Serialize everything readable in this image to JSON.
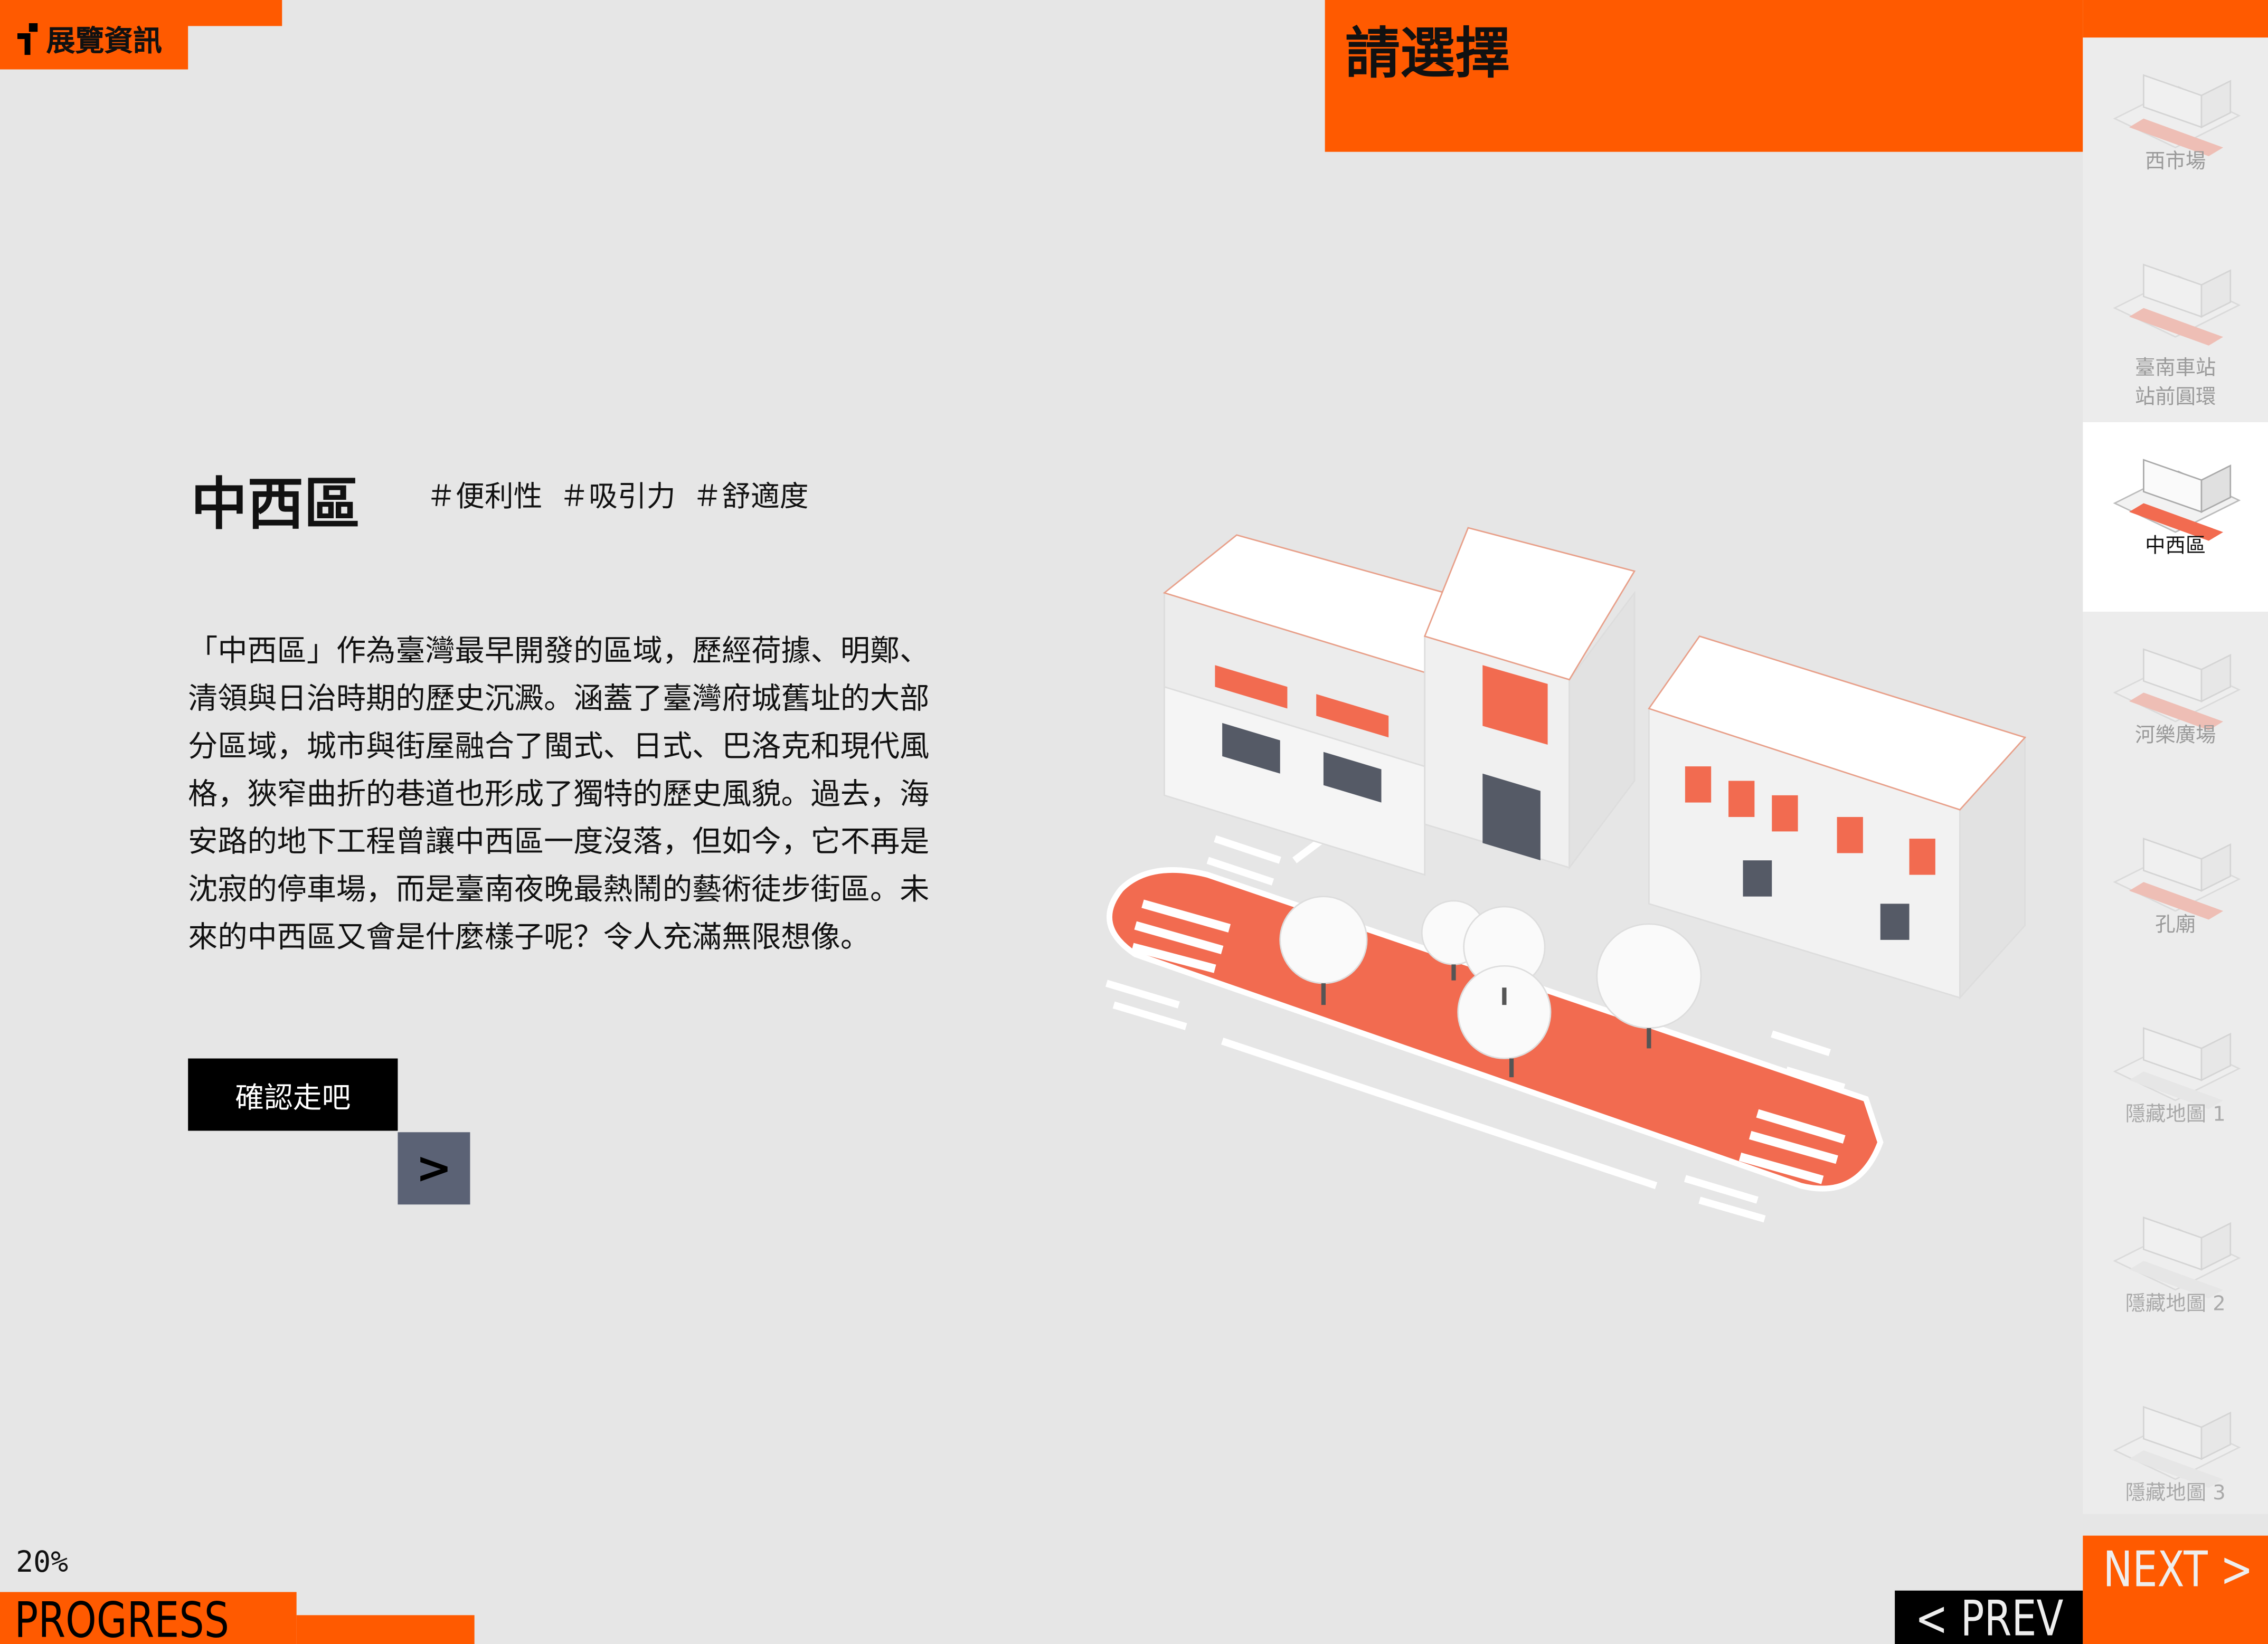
{
  "header": {
    "info_label": "展覽資訊",
    "select_title": "請選擇"
  },
  "sidebar": {
    "items": [
      {
        "label": "西市場",
        "state": "normal"
      },
      {
        "label": "臺南車站\n站前圓環",
        "state": "normal"
      },
      {
        "label": "中西區",
        "state": "active"
      },
      {
        "label": "河樂廣場",
        "state": "normal"
      },
      {
        "label": "孔廟",
        "state": "normal"
      },
      {
        "label": "隱藏地圖 1",
        "state": "locked"
      },
      {
        "label": "隱藏地圖 2",
        "state": "locked"
      },
      {
        "label": "隱藏地圖 3",
        "state": "locked"
      }
    ]
  },
  "main": {
    "title": "中西區",
    "tags": [
      "＃便利性",
      "＃吸引力",
      "＃舒適度"
    ],
    "description": "「中西區」作為臺灣最早開發的區域，歷經荷據、明鄭、清領與日治時期的歷史沉澱。涵蓋了臺灣府城舊址的大部分區域，城市與街屋融合了閩式、日式、巴洛克和現代風格，狹窄曲折的巷道也形成了獨特的歷史風貌。過去，海安路的地下工程曾讓中西區一度沒落，但如今，它不再是沈寂的停車場，而是臺南夜晚最熱鬧的藝術徒步街區。未來的中西區又會是什麼樣子呢？令人充滿無限想像。",
    "confirm_label": "確認走吧",
    "go_label": ">"
  },
  "footer": {
    "progress_percent": "20%",
    "progress_value": 20,
    "progress_label": "PROGRESS",
    "prev_label": "< PREV",
    "next_label": "NEXT >"
  },
  "colors": {
    "accent": "#ff5a00",
    "slate": "#5b6275",
    "salmon": "#f26b50"
  }
}
